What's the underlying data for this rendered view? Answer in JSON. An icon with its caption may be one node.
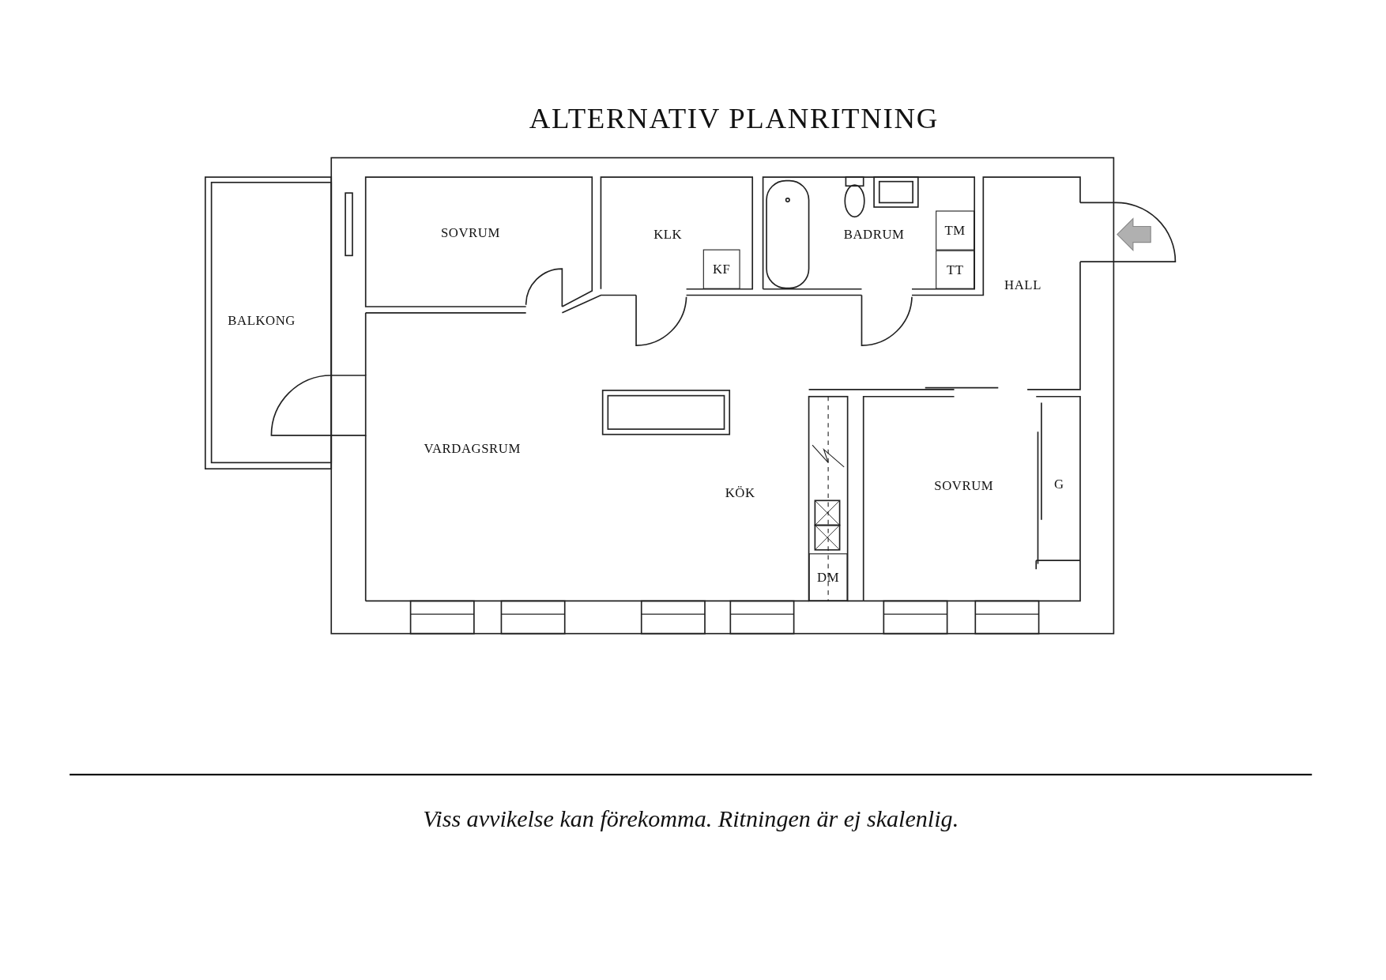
{
  "diagram": {
    "title": "ALTERNATIV PLANRITNING",
    "caption": "Viss avvikelse kan förekomma. Ritningen är ej skalenlig.",
    "nodes": [
      {
        "text": [
          "BALKONG"
        ]
      },
      {
        "text": [
          "SOVRUM"
        ]
      },
      {
        "text": [
          "KLK"
        ]
      },
      {
        "text": [
          "KF"
        ],
        "in": 2
      },
      {
        "text": [
          "BADRUM"
        ]
      },
      {
        "text": [
          "TM"
        ],
        "in": 4
      },
      {
        "text": [
          "TT"
        ],
        "in": 4
      },
      {
        "text": [
          "HALL"
        ]
      },
      {
        "text": [
          "VARDAGSRUM",
          "KÖK"
        ]
      },
      {
        "text": [
          "DM"
        ],
        "in": 8
      },
      {
        "text": [
          "SOVRUM"
        ]
      },
      {
        "text": [
          "G"
        ]
      }
    ],
    "edges": []
  }
}
